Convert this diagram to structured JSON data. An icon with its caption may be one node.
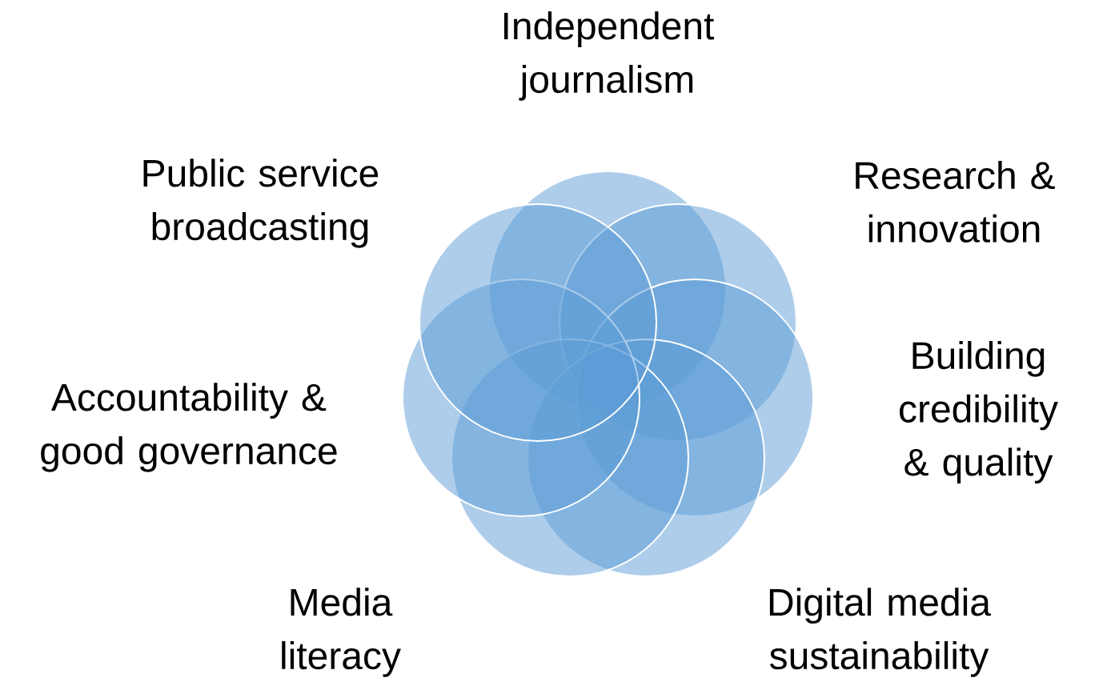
{
  "diagram": {
    "nodes": [
      {
        "text": [
          "Independent journalism"
        ]
      },
      {
        "text": [
          "Research & innovation"
        ]
      },
      {
        "text": [
          "Building credibility & quality"
        ]
      },
      {
        "text": [
          "Digital media sustainability"
        ]
      },
      {
        "text": [
          "Media literacy"
        ]
      },
      {
        "text": [
          "Accountability & good governance"
        ]
      },
      {
        "text": [
          "Public service broadcasting"
        ]
      }
    ]
  }
}
